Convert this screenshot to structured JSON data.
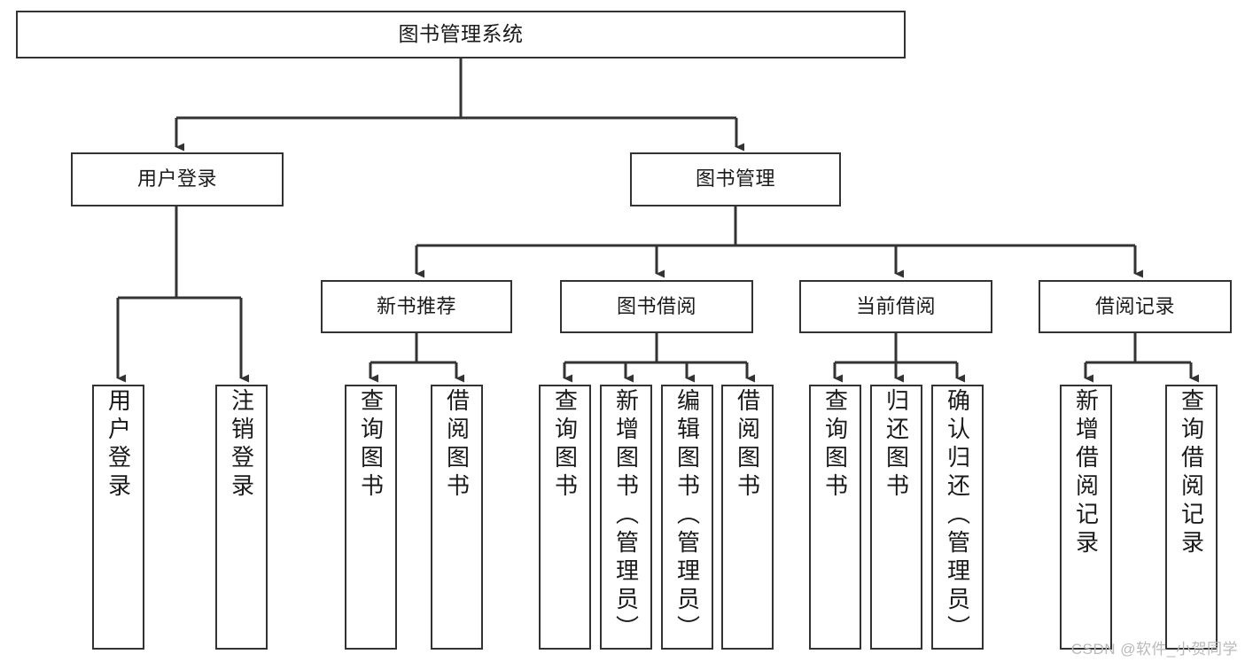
{
  "diagram": {
    "type": "tree-hierarchy-chart",
    "title": "图书管理系统",
    "colors": {
      "stroke": "#333333",
      "fill": "#ffffff",
      "text": "#1a1a1a",
      "watermark": "#b9b9b9"
    },
    "levels": {
      "root": {
        "label": "图书管理系统"
      },
      "level2": [
        {
          "label": "用户登录"
        },
        {
          "label": "图书管理"
        }
      ],
      "level3": [
        {
          "label": "新书推荐"
        },
        {
          "label": "图书借阅"
        },
        {
          "label": "当前借阅"
        },
        {
          "label": "借阅记录"
        }
      ],
      "leaves": {
        "user_login": [
          {
            "label": "用户登录"
          },
          {
            "label": "注销登录"
          }
        ],
        "new_book_recommend": [
          {
            "label": "查询图书"
          },
          {
            "label": "借阅图书"
          }
        ],
        "book_borrow": [
          {
            "label": "查询图书"
          },
          {
            "label": "新增图书（管理员）"
          },
          {
            "label": "编辑图书（管理员）"
          },
          {
            "label": "借阅图书"
          }
        ],
        "current_borrow": [
          {
            "label": "查询图书"
          },
          {
            "label": "归还图书"
          },
          {
            "label": "确认归还（管理员）"
          }
        ],
        "borrow_record": [
          {
            "label": "新增借阅记录"
          },
          {
            "label": "查询借阅记录"
          }
        ]
      }
    },
    "watermark": "CSDN @软件_小贺同学"
  }
}
